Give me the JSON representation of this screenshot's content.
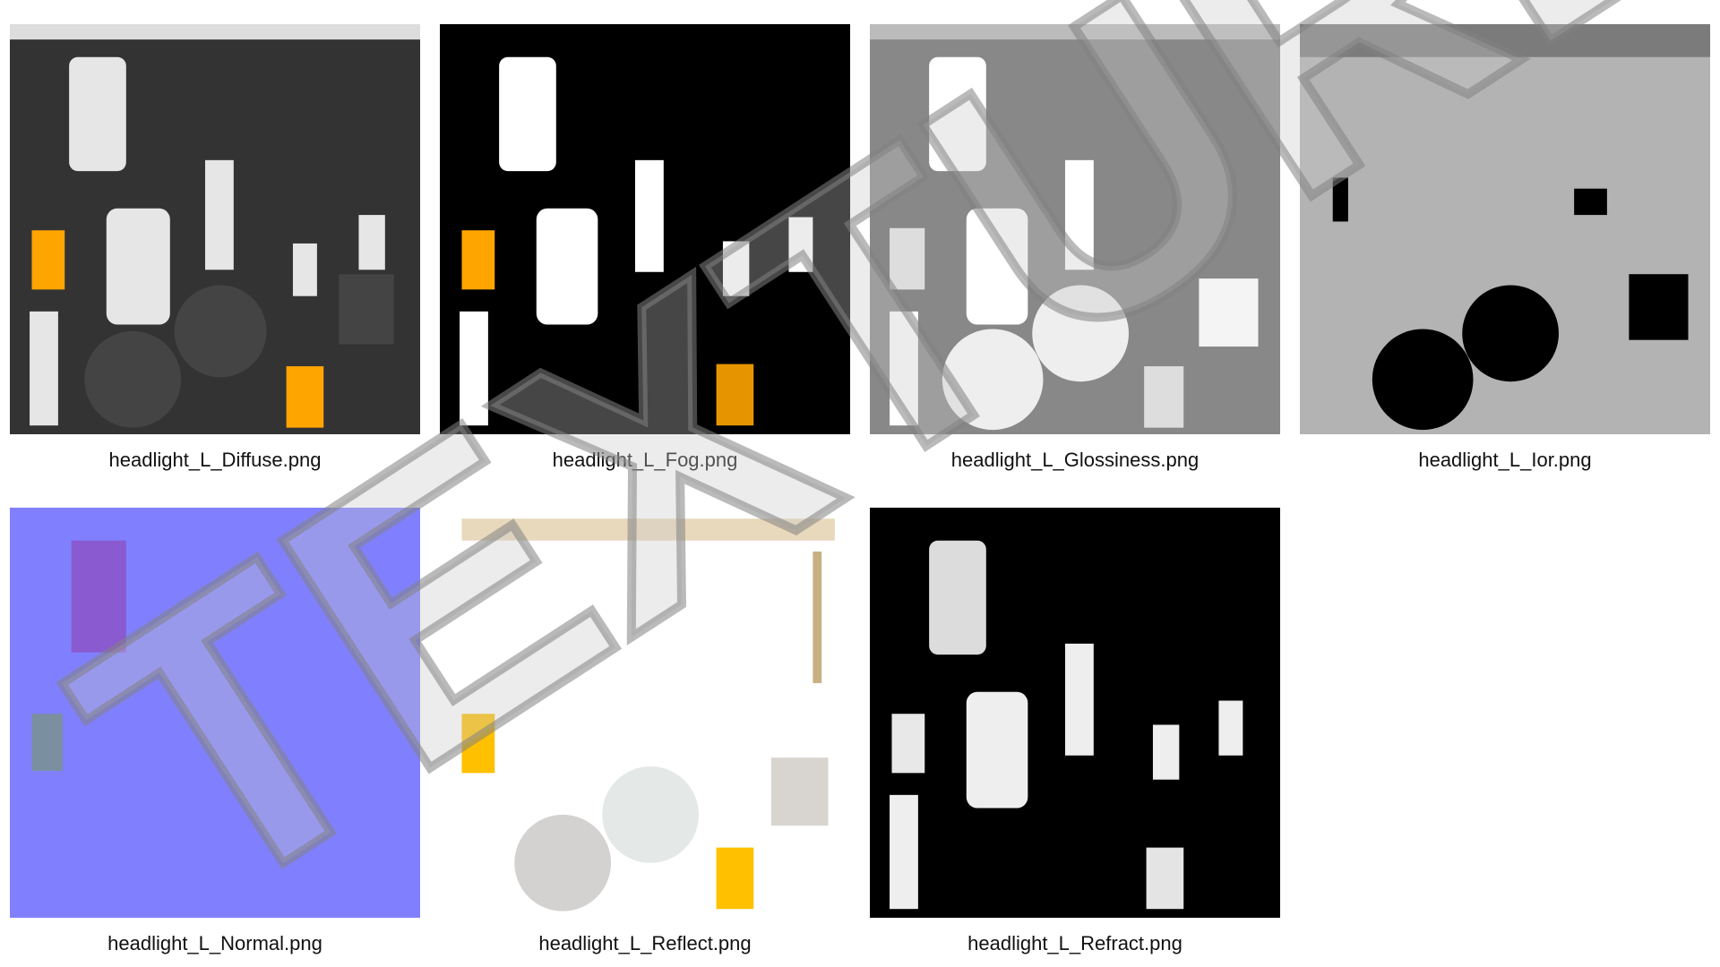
{
  "textures": [
    {
      "name": "headlight_L_Diffuse.png",
      "bg": "#2e2e2e"
    },
    {
      "name": "headlight_L_Fog.png",
      "bg": "#000000"
    },
    {
      "name": "headlight_L_Glossiness.png",
      "bg": "#8a8a8a"
    },
    {
      "name": "headlight_L_Ior.png",
      "bg": "#b3b3b3"
    },
    {
      "name": "headlight_L_Normal.png",
      "bg": "#8080ff"
    },
    {
      "name": "headlight_L_Reflect.png",
      "bg": "#ffffff"
    },
    {
      "name": "headlight_L_Refract.png",
      "bg": "#000000"
    }
  ],
  "watermark": "TEXTURES"
}
